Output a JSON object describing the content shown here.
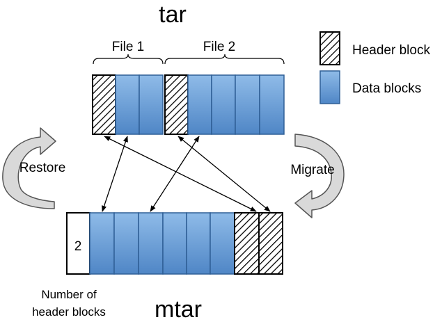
{
  "titles": {
    "tar": "tar",
    "mtar": "mtar"
  },
  "files": {
    "file1": "File 1",
    "file2": "File 2"
  },
  "legend": {
    "header_block": "Header block",
    "data_blocks": "Data blocks"
  },
  "actions": {
    "restore": "Restore",
    "migrate": "Migrate"
  },
  "counter": {
    "value": "2",
    "caption_line1": "Number of",
    "caption_line2": "header blocks"
  },
  "colors": {
    "data_block_fill": "#6a9ed8",
    "data_block_stroke": "#3a6fa8",
    "curved_arrow_fill": "#d9d9d9",
    "curved_arrow_stroke": "#555555"
  }
}
